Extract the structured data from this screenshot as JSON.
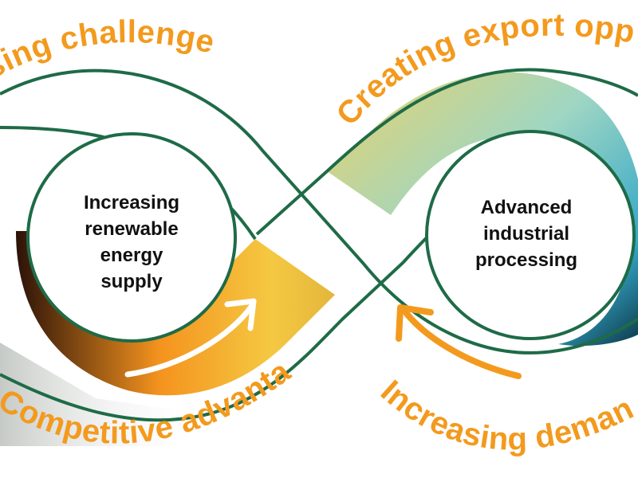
{
  "diagram": {
    "outer_labels": {
      "top_left": "sing challenges",
      "top_right": "Creating export oppor",
      "bottom_left": "Competitive advantage",
      "bottom_right": "Increasing demand"
    },
    "inner_labels": {
      "left": [
        "Increasing",
        "renewable",
        "energy",
        "supply"
      ],
      "right": [
        "Advanced",
        "industrial",
        "processing"
      ]
    },
    "colors": {
      "label_orange": "#F39A1E",
      "outline_green": "#1E6B47",
      "arrow_orange": "#F39A1E",
      "arrow_white": "#FFFFFF",
      "band_left_dark": "#2B1208",
      "band_left_orange": "#F4931E",
      "band_left_yellow": "#F5C842",
      "band_right_yellow": "#E9D36A",
      "band_right_teal": "#35A8C8",
      "band_right_dark": "#0B3344"
    },
    "icons": {
      "left_arrow": "curved-arrow-up-right-icon",
      "right_arrow": "curved-arrow-up-left-icon"
    }
  }
}
